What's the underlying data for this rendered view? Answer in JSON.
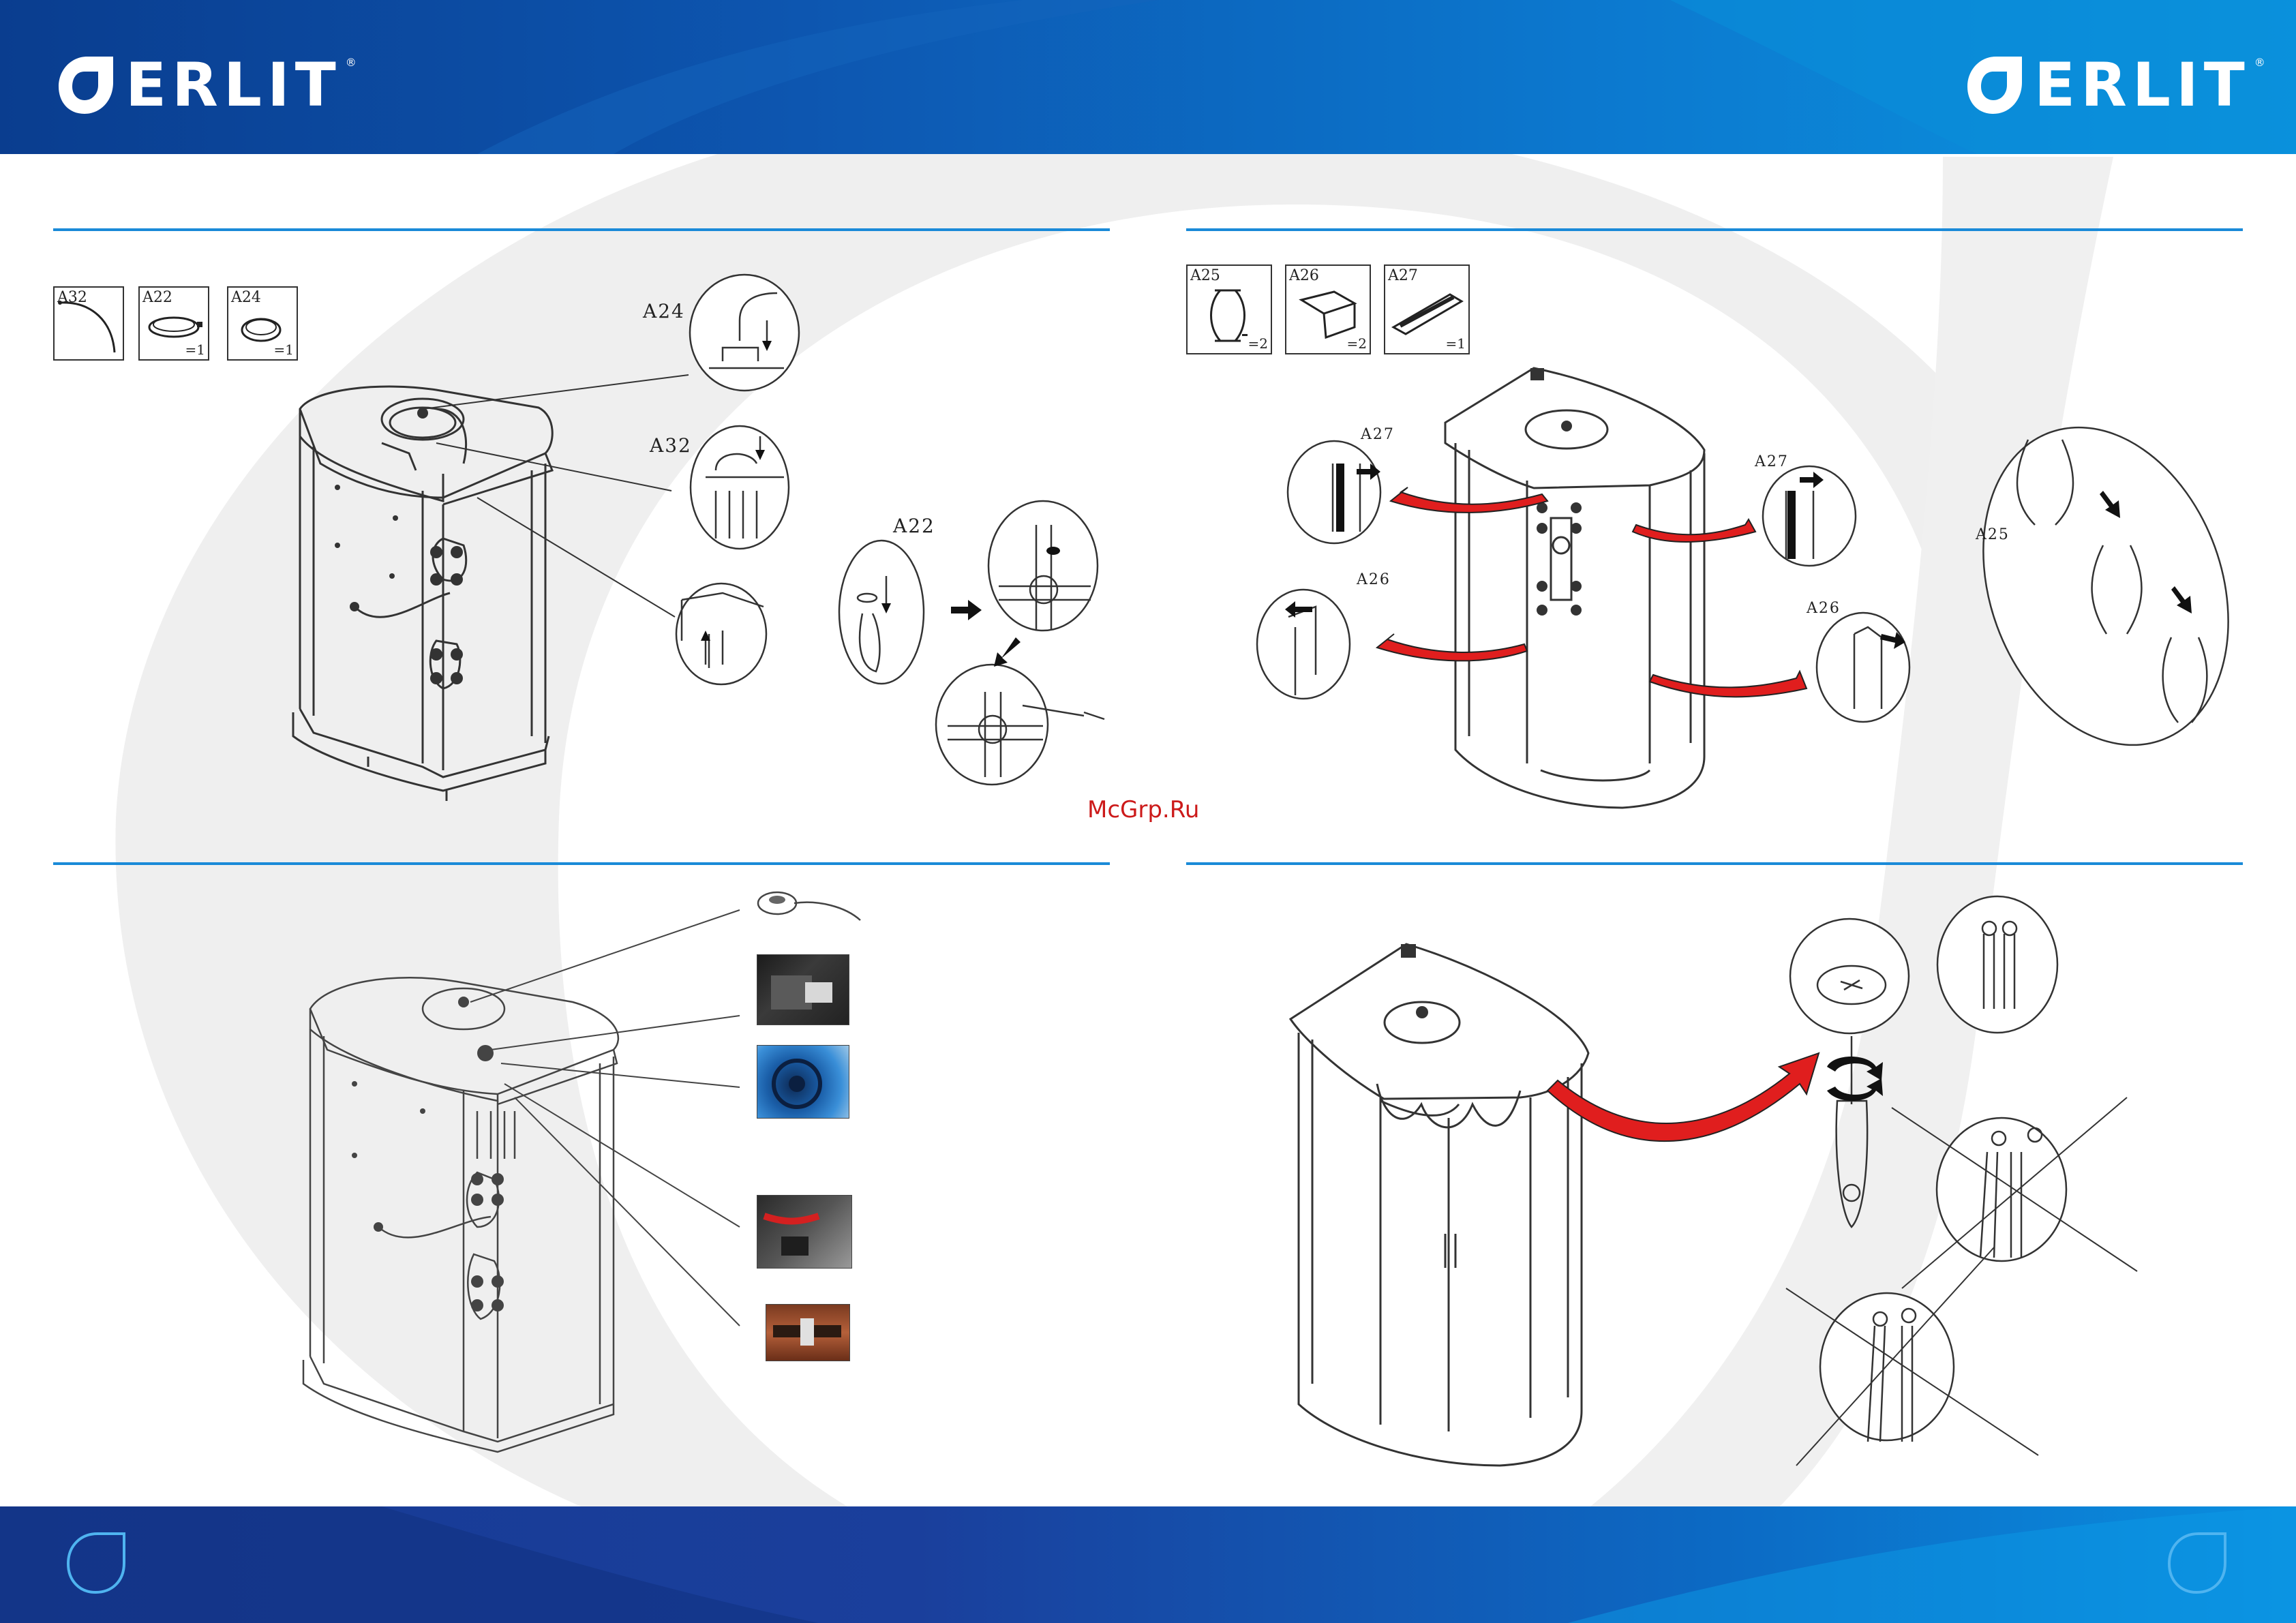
{
  "brand": {
    "name": "ERLIT",
    "reg_mark": "®",
    "primary_color": "#0d56b0",
    "accent_color": "#1a8ad8"
  },
  "watermark": "McGrp.Ru",
  "step1": {
    "parts": [
      {
        "code": "A32",
        "qty": ""
      },
      {
        "code": "A22",
        "qty": "=1"
      },
      {
        "code": "A24",
        "qty": "=1"
      }
    ],
    "callouts": {
      "a24": "A24",
      "a32": "A32",
      "a22": "A22"
    }
  },
  "step2": {
    "parts": [
      {
        "code": "A25",
        "qty": "=2"
      },
      {
        "code": "A26",
        "qty": "=2"
      },
      {
        "code": "A27",
        "qty": "=1"
      }
    ],
    "callouts": {
      "a27_left": "A27",
      "a27_right": "A27",
      "a26_left": "A26",
      "a26_right": "A26",
      "a25": "A25"
    }
  },
  "colors": {
    "header_start": "#0a3d8f",
    "header_end": "#0a96e0",
    "red_arrow": "#e01e1e",
    "line": "#333333"
  },
  "icons": [
    "erlit-logo-icon",
    "drop-footer-icon"
  ]
}
